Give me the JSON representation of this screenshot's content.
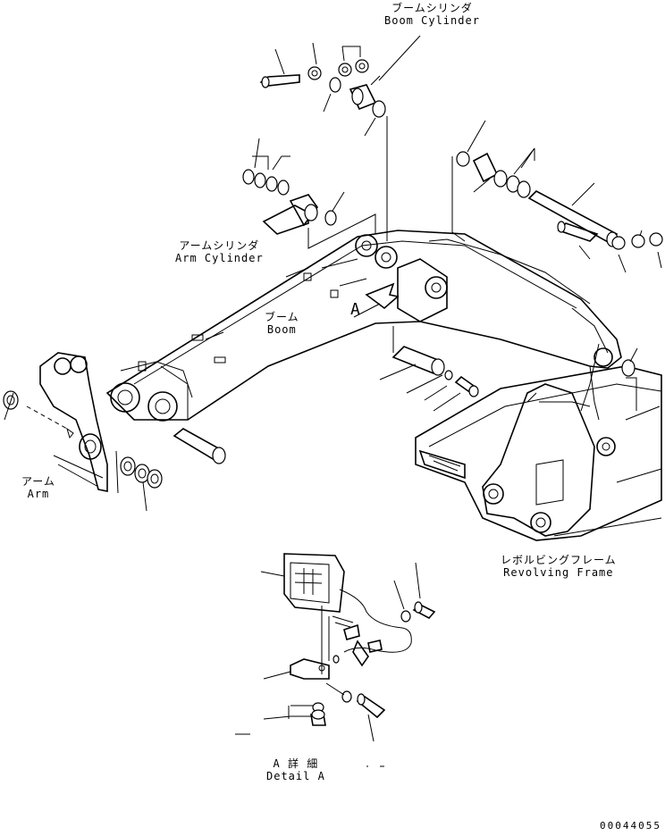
{
  "labels": {
    "boom_cylinder": {
      "jp": "ブームシリンダ",
      "en": "Boom Cylinder"
    },
    "arm_cylinder": {
      "jp": "アームシリンダ",
      "en": "Arm Cylinder"
    },
    "boom": {
      "jp": "ブーム",
      "en": "Boom"
    },
    "arm": {
      "jp": "アーム",
      "en": "Arm"
    },
    "revolving_frame": {
      "jp": "レボルビングフレーム",
      "en": "Revolving Frame"
    },
    "detail_a": {
      "jp": "A 詳 細",
      "en": "Detail A"
    },
    "view_marker": "A"
  },
  "drawing_code": "00044055"
}
